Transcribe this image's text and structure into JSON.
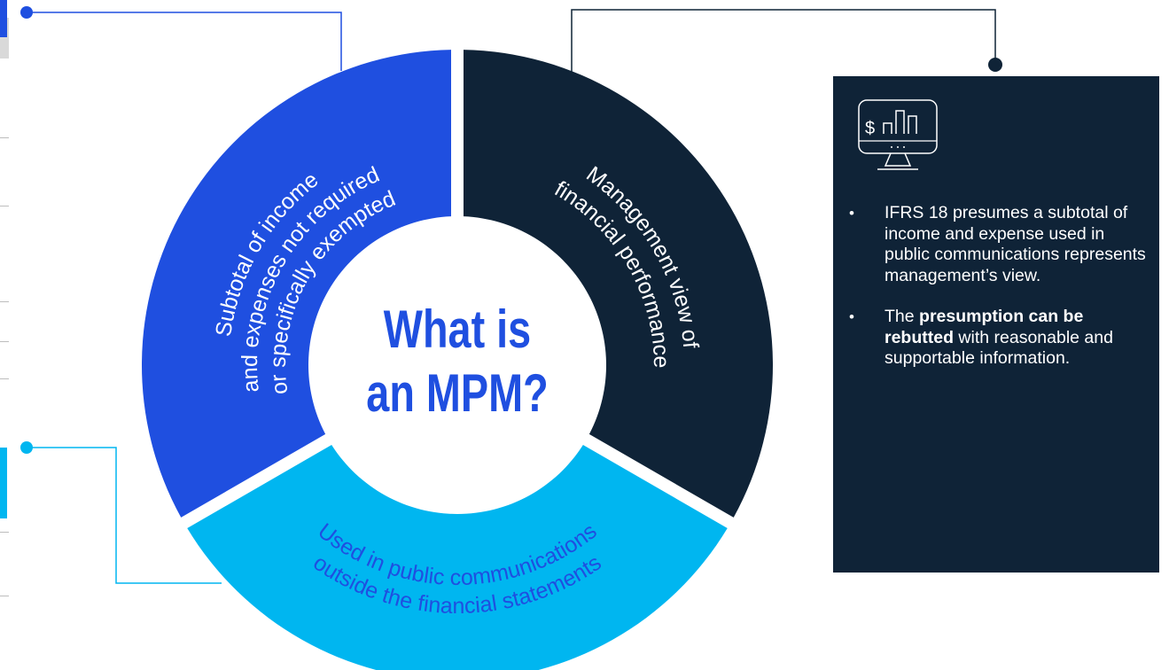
{
  "diagram": {
    "center_title": [
      "What is",
      "an MPM?"
    ],
    "segments": [
      {
        "lines": [
          "Subtotal of income",
          "and expenses not required",
          "or specifically exempted"
        ],
        "color": "#1f4fe0"
      },
      {
        "lines": [
          "Management view of",
          "financial performance"
        ],
        "color": "#0f2337"
      },
      {
        "lines": [
          "Used in public communications",
          "outside the financial statements"
        ],
        "color": "#00b6f0"
      }
    ]
  },
  "info_card": {
    "icon": "monitor-dollar-chart-icon",
    "bullets": [
      {
        "text": "IFRS 18 presumes a subtotal of income and expense used in public communications represents management’s view."
      },
      {
        "prefix": "The ",
        "bold": "presumption can be rebutted",
        "suffix": " with reasonable and supportable information."
      }
    ]
  },
  "colors": {
    "royal_blue": "#1f4fe0",
    "navy": "#0f2337",
    "sky_blue": "#00b6f0",
    "center_text": "#1f4fe0"
  }
}
